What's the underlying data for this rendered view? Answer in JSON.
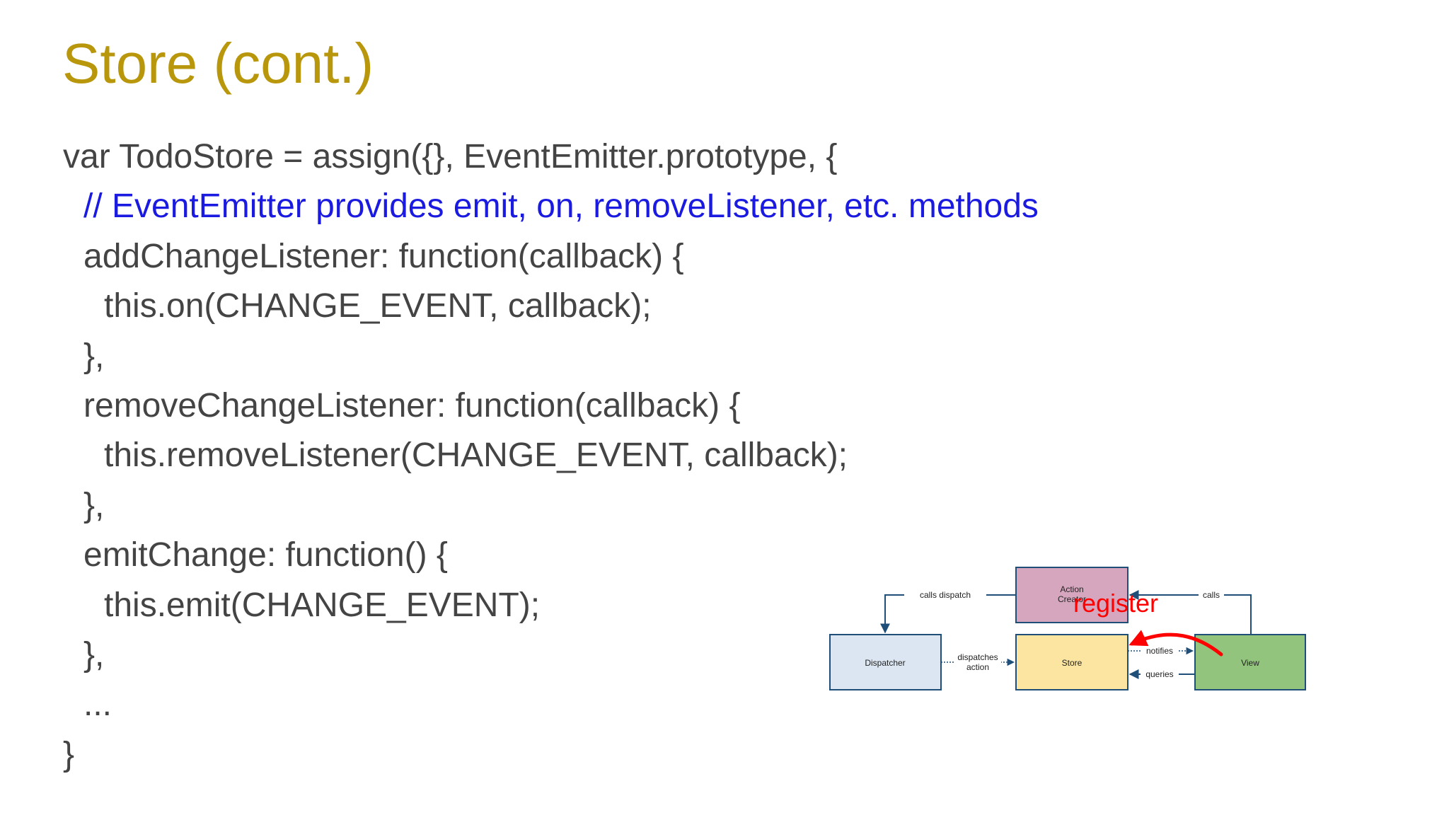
{
  "slide": {
    "title": "Store (cont.)",
    "code_lines": [
      {
        "text": "var TodoStore = assign({}, EventEmitter.prototype, {",
        "indent": 0,
        "kind": "code"
      },
      {
        "text": "// EventEmitter provides emit, on, removeListener, etc. methods",
        "indent": 1,
        "kind": "comment"
      },
      {
        "text": "addChangeListener: function(callback) {",
        "indent": 1,
        "kind": "code"
      },
      {
        "text": "this.on(CHANGE_EVENT, callback);",
        "indent": 2,
        "kind": "code"
      },
      {
        "text": "},",
        "indent": 1,
        "kind": "code"
      },
      {
        "text": "removeChangeListener: function(callback) {",
        "indent": 1,
        "kind": "code"
      },
      {
        "text": "this.removeListener(CHANGE_EVENT, callback);",
        "indent": 2,
        "kind": "code"
      },
      {
        "text": "},",
        "indent": 1,
        "kind": "code"
      },
      {
        "text": "emitChange: function() {",
        "indent": 1,
        "kind": "code"
      },
      {
        "text": "this.emit(CHANGE_EVENT);",
        "indent": 2,
        "kind": "code"
      },
      {
        "text": "},",
        "indent": 1,
        "kind": "code"
      },
      {
        "text": "...",
        "indent": 1,
        "kind": "code"
      },
      {
        "text": "}",
        "indent": 0,
        "kind": "code"
      }
    ]
  },
  "diagram": {
    "nodes": {
      "action_creator": "Action\nCreator",
      "dispatcher": "Dispatcher",
      "store": "Store",
      "view": "View"
    },
    "edge_labels": {
      "calls_dispatch": "calls dispatch",
      "dispatches_action": "dispatches\naction",
      "notifies": "notifies",
      "queries": "queries",
      "calls": "calls"
    },
    "annotation": "register",
    "colors": {
      "action_creator": "#d5a6bd",
      "dispatcher": "#dce6f2",
      "store": "#fce5a0",
      "view": "#93c47d",
      "border": "#1f4e79",
      "annotation": "#ff0000"
    }
  },
  "colors": {
    "title": "#b9970d",
    "code": "#444444",
    "comment": "#1a1ae0"
  }
}
